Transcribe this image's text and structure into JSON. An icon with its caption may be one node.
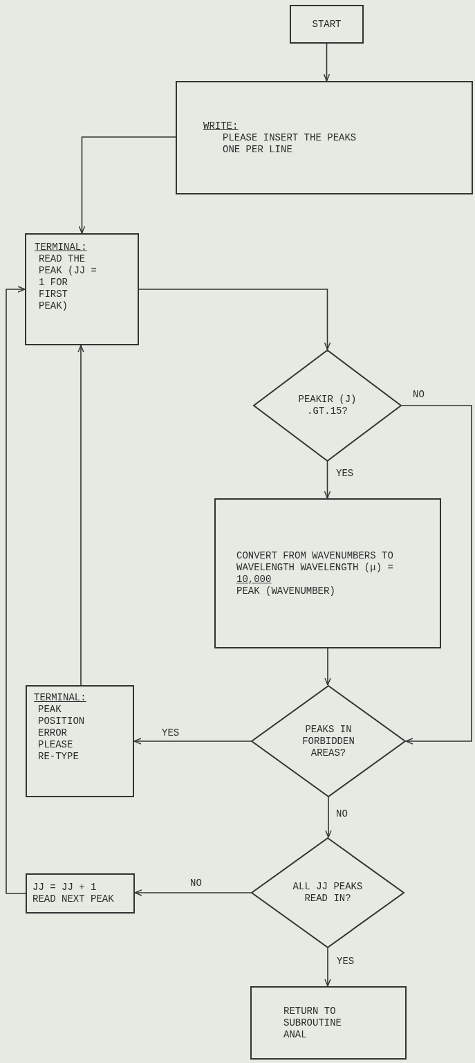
{
  "diagram": {
    "nodes": [
      {
        "text": [
          "START"
        ]
      },
      {
        "text": [
          "WRITE:",
          "PLEASE INSERT THE PEAKS ONE PER LINE"
        ]
      },
      {
        "text": [
          "TERMINAL:",
          "READ THE PEAK (JJ = 1 FOR FIRST PEAK)"
        ]
      },
      {
        "text": [
          "PEAKIR (J) .GT.15?"
        ]
      },
      {
        "text": [
          "CONVERT FROM WAVENUMBERS TO WAVELENGTH WAVELENGTH (μ) =",
          "10,000",
          "PEAK (WAVENUMBER)"
        ]
      },
      {
        "text": [
          "PEAKS IN FORBIDDEN AREAS?"
        ]
      },
      {
        "text": [
          "TERMINAL:",
          "PEAK POSITION ERROR PLEASE RE-TYPE"
        ]
      },
      {
        "text": [
          "ALL JJ PEAKS READ IN?"
        ]
      },
      {
        "text": [
          "JJ = JJ + 1 READ NEXT PEAK"
        ]
      },
      {
        "text": [
          "RETURN TO SUBROUTINE ANAL"
        ]
      }
    ],
    "edges": [
      {
        "from": 0,
        "to": 1,
        "arrow": "to"
      },
      {
        "from": 1,
        "to": 2,
        "arrow": "to"
      },
      {
        "from": 2,
        "to": 3,
        "arrow": "to"
      },
      {
        "from": 3,
        "to": 4,
        "arrow": "to",
        "label": "YES"
      },
      {
        "from": 3,
        "to": 5,
        "arrow": "to",
        "label": "NO"
      },
      {
        "from": 4,
        "to": 5,
        "arrow": "to"
      },
      {
        "from": 5,
        "to": 6,
        "arrow": "to",
        "label": "YES"
      },
      {
        "from": 5,
        "to": 7,
        "arrow": "to",
        "label": "NO"
      },
      {
        "from": 7,
        "to": 8,
        "arrow": "to",
        "label": "NO"
      },
      {
        "from": 7,
        "to": 9,
        "arrow": "to",
        "label": "YES"
      },
      {
        "from": 6,
        "to": 2,
        "arrow": "to"
      },
      {
        "from": 8,
        "to": 2,
        "arrow": "to"
      }
    ]
  }
}
